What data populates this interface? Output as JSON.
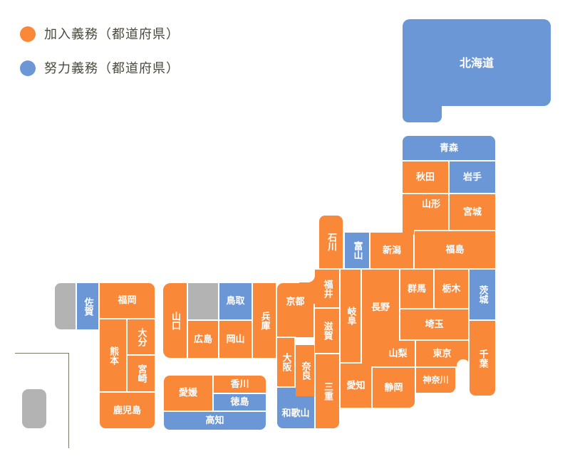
{
  "legend": {
    "mandatory": {
      "label": "加入義務（都道府県）",
      "color": "#f98839"
    },
    "effort": {
      "label": "努力義務（都道府県）",
      "color": "#6b97d6"
    }
  },
  "colors": {
    "mandatory": "#f98839",
    "effort": "#6b97d6",
    "none": "#b3b3b3"
  },
  "prefectures": {
    "hokkaido": {
      "name": "北海道",
      "status": "effort"
    },
    "aomori": {
      "name": "青森",
      "status": "effort"
    },
    "akita": {
      "name": "秋田",
      "status": "mandatory"
    },
    "iwate": {
      "name": "岩手",
      "status": "effort"
    },
    "yamagata": {
      "name": "山形",
      "status": "mandatory"
    },
    "miyagi": {
      "name": "宮城",
      "status": "mandatory"
    },
    "niigata": {
      "name": "新潟",
      "status": "mandatory"
    },
    "fukushima": {
      "name": "福島",
      "status": "mandatory"
    },
    "ishikawa": {
      "name": "石川",
      "status": "mandatory"
    },
    "toyama": {
      "name": "富山",
      "status": "effort"
    },
    "fukui": {
      "name": "福井",
      "status": "mandatory"
    },
    "gifu": {
      "name": "岐阜",
      "status": "mandatory"
    },
    "nagano": {
      "name": "長野",
      "status": "mandatory"
    },
    "gunma": {
      "name": "群馬",
      "status": "mandatory"
    },
    "tochigi": {
      "name": "栃木",
      "status": "mandatory"
    },
    "ibaraki": {
      "name": "茨城",
      "status": "effort"
    },
    "saitama": {
      "name": "埼玉",
      "status": "mandatory"
    },
    "yamanashi": {
      "name": "山梨",
      "status": "mandatory"
    },
    "tokyo": {
      "name": "東京",
      "status": "mandatory"
    },
    "chiba": {
      "name": "千葉",
      "status": "mandatory"
    },
    "kanagawa": {
      "name": "神奈川",
      "status": "mandatory"
    },
    "aichi": {
      "name": "愛知",
      "status": "mandatory"
    },
    "shizuoka": {
      "name": "静岡",
      "status": "mandatory"
    },
    "kyoto": {
      "name": "京都",
      "status": "mandatory"
    },
    "shiga": {
      "name": "滋賀",
      "status": "mandatory"
    },
    "osaka": {
      "name": "大阪",
      "status": "mandatory"
    },
    "nara": {
      "name": "奈良",
      "status": "mandatory"
    },
    "mie": {
      "name": "三重",
      "status": "mandatory"
    },
    "wakayama": {
      "name": "和歌山",
      "status": "effort"
    },
    "hyogo": {
      "name": "兵庫",
      "status": "mandatory"
    },
    "tottori": {
      "name": "鳥取",
      "status": "effort"
    },
    "shimane": {
      "name": "",
      "status": "none"
    },
    "okayama": {
      "name": "岡山",
      "status": "mandatory"
    },
    "hiroshima": {
      "name": "広島",
      "status": "mandatory"
    },
    "yamaguchi": {
      "name": "山口",
      "status": "mandatory"
    },
    "kagawa": {
      "name": "香川",
      "status": "mandatory"
    },
    "ehime": {
      "name": "愛媛",
      "status": "mandatory"
    },
    "tokushima": {
      "name": "徳島",
      "status": "effort"
    },
    "kochi": {
      "name": "高知",
      "status": "effort"
    },
    "fukuoka": {
      "name": "福岡",
      "status": "mandatory"
    },
    "saga": {
      "name": "佐賀",
      "status": "effort"
    },
    "nagasaki": {
      "name": "",
      "status": "none"
    },
    "kumamoto": {
      "name": "熊本",
      "status": "mandatory"
    },
    "oita": {
      "name": "大分",
      "status": "mandatory"
    },
    "miyazaki": {
      "name": "宮崎",
      "status": "mandatory"
    },
    "kagoshima": {
      "name": "鹿児島",
      "status": "mandatory"
    },
    "okinawa": {
      "name": "",
      "status": "none"
    }
  }
}
